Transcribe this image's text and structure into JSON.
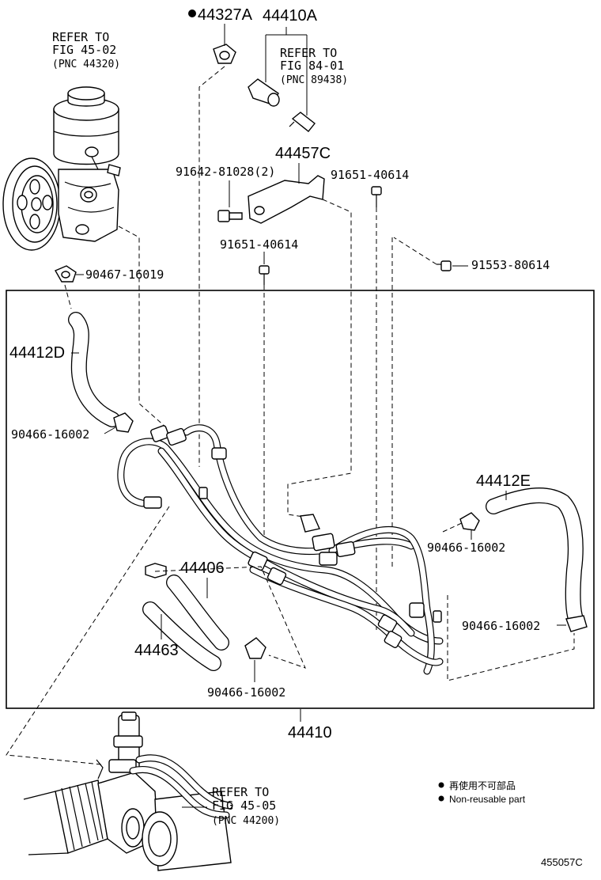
{
  "labels": {
    "p44327A": "44327A",
    "p44410A": "44410A",
    "p44457C": "44457C",
    "p91642": "91642-81028(2)",
    "p91651a": "91651-40614",
    "p91651b": "91651-40614",
    "p91553": "91553-80614",
    "p90467": "90467-16019",
    "p44412D": "44412D",
    "p90466a": "90466-16002",
    "p44412E": "44412E",
    "p90466b": "90466-16002",
    "p44406": "44406",
    "p90466c": "90466-16002",
    "p44463": "44463",
    "p90466d": "90466-16002",
    "p44410": "44410"
  },
  "refs": {
    "pump": {
      "line1": "REFER TO",
      "line2": "FIG 45-02",
      "line3": "(PNC 44320)"
    },
    "fig84": {
      "line1": "REFER TO",
      "line2": "FIG 84-01",
      "line3": "(PNC 89438)"
    },
    "gear": {
      "line1": "REFER TO",
      "line2": "FIG 45-05",
      "line3": "(PNC 44200)"
    }
  },
  "legend": {
    "jp": "再使用不可部品",
    "en": "Non-reusable part"
  },
  "figure_code": "455057C"
}
